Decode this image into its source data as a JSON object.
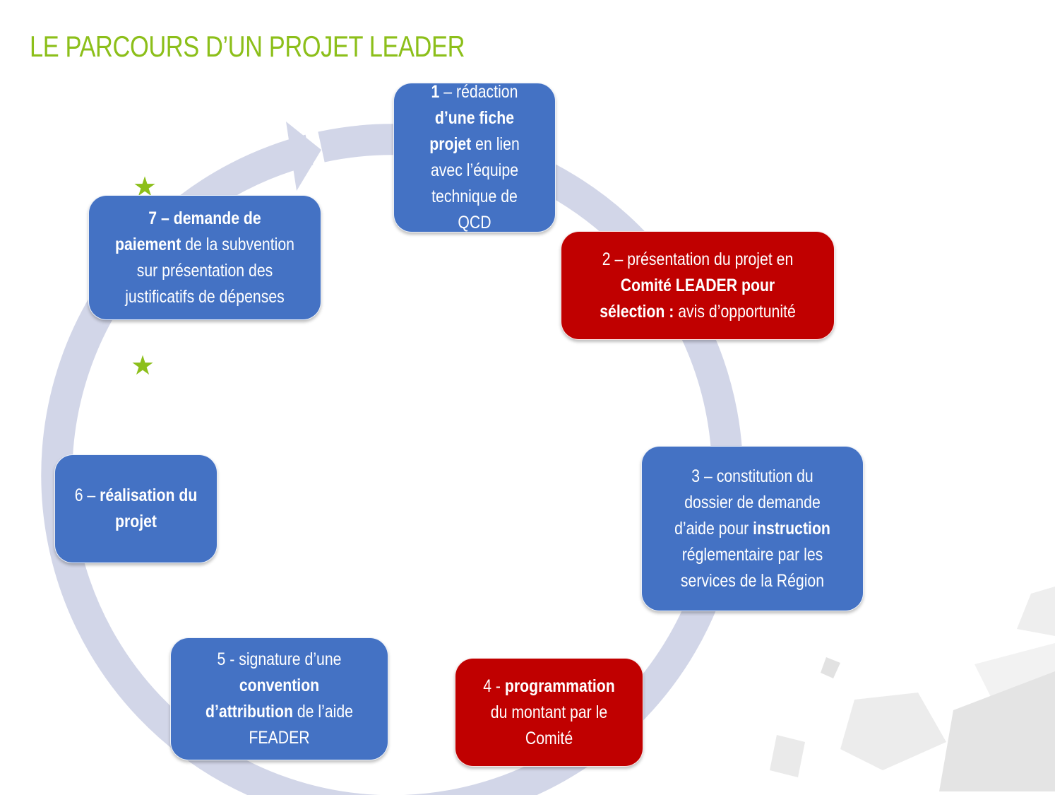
{
  "title": "LE PARCOURS D’UN PROJET LEADER",
  "colors": {
    "title": "#8cbf1a",
    "box_blue": "#4472c4",
    "box_red": "#c00000",
    "cycle_arrow": "#d2d6e8",
    "star": "#8cbf1a"
  },
  "steps": [
    {
      "color": "blue",
      "segments": [
        {
          "text": "1",
          "bold": true
        },
        {
          "text": " – rédaction ",
          "bold": false
        },
        {
          "text": "d’une fiche projet",
          "bold": true
        },
        {
          "text": " en lien avec l’équipe technique de QCD",
          "bold": false
        }
      ]
    },
    {
      "color": "red",
      "segments": [
        {
          "text": "2 – présentation du projet en ",
          "bold": false
        },
        {
          "text": "Comité LEADER pour sélection :",
          "bold": true
        },
        {
          "text": " avis d’opportunité",
          "bold": false
        }
      ]
    },
    {
      "color": "blue",
      "segments": [
        {
          "text": "3 – constitution du dossier de demande d’aide pour ",
          "bold": false
        },
        {
          "text": "instruction",
          "bold": true
        },
        {
          "text": " réglementaire par les services de la Région",
          "bold": false
        }
      ]
    },
    {
      "color": "red",
      "segments": [
        {
          "text": "4 -  ",
          "bold": false
        },
        {
          "text": "programmation",
          "bold": true
        },
        {
          "text": " du montant par le Comité",
          "bold": false
        }
      ]
    },
    {
      "color": "blue",
      "segments": [
        {
          "text": "5 - signature d’une ",
          "bold": false
        },
        {
          "text": "convention d’attribution",
          "bold": true
        },
        {
          "text": " de l’aide FEADER",
          "bold": false
        }
      ]
    },
    {
      "color": "blue",
      "segments": [
        {
          "text": "6  – ",
          "bold": false
        },
        {
          "text": "réalisation du projet",
          "bold": true
        }
      ]
    },
    {
      "color": "blue",
      "segments": [
        {
          "text": "7 – demande de paiement",
          "bold": true
        },
        {
          "text": " de la subvention sur présentation des justificatifs de dépenses",
          "bold": false
        }
      ]
    }
  ]
}
